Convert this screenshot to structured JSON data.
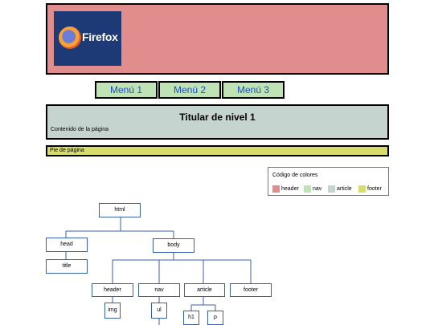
{
  "header": {
    "logo_text": "Firefox"
  },
  "nav": {
    "items": [
      "Menú 1",
      "Menú 2",
      "Menú 3"
    ]
  },
  "article": {
    "heading": "Titular de nivel 1",
    "content": "Contenido de la página"
  },
  "footer": {
    "text": "Pie de página"
  },
  "legend": {
    "title": "Código de colores",
    "items": [
      {
        "label": "header",
        "color": "#e28d8d"
      },
      {
        "label": "nav",
        "color": "#bfe3b4"
      },
      {
        "label": "article",
        "color": "#c6d4cf"
      },
      {
        "label": "footer",
        "color": "#d7dc6b"
      }
    ]
  },
  "tree": {
    "html": "html",
    "head": "head",
    "body": "body",
    "title": "title",
    "header": "header",
    "nav": "nav",
    "article": "article",
    "footer": "footer",
    "img": "img",
    "ul": "ul",
    "h1": "h1",
    "p": "p"
  }
}
